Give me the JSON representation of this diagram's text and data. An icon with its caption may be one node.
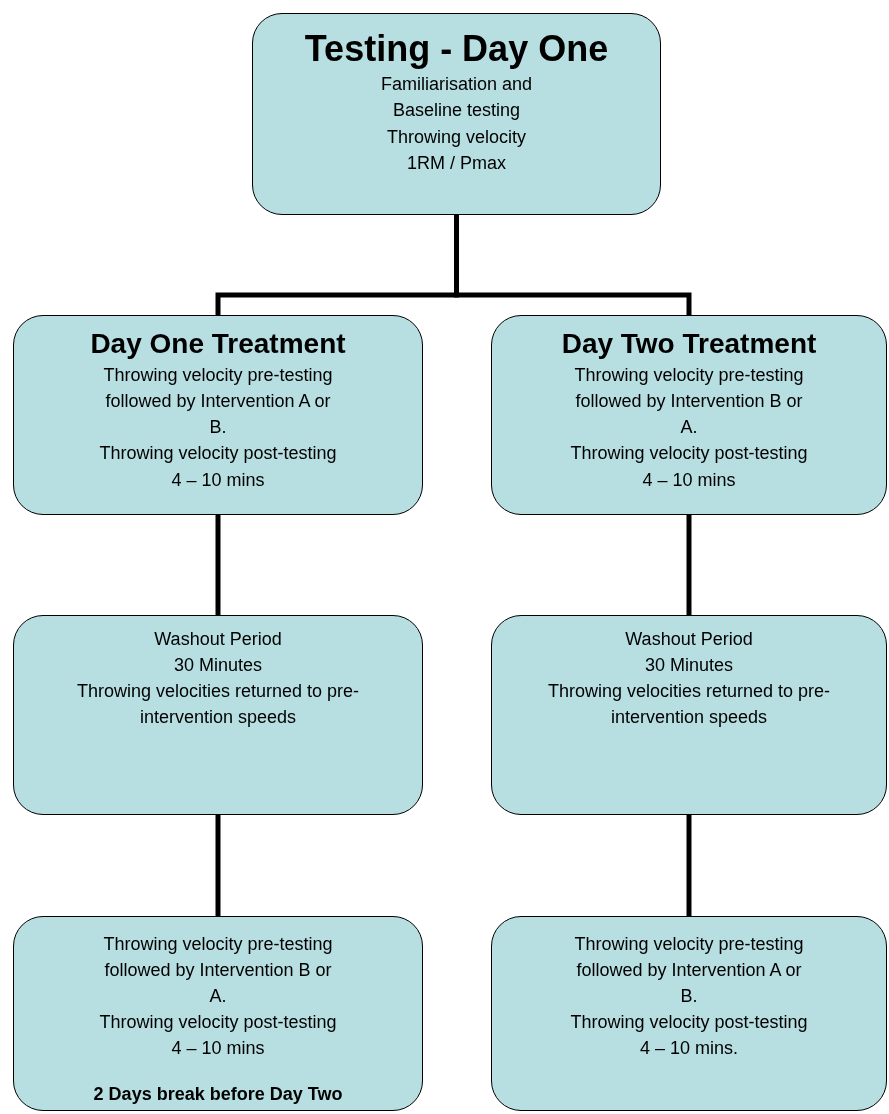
{
  "diagram": {
    "nodes": [
      {
        "text": [
          "Testing - Day One",
          "Familiarisation and Baseline testing",
          "Throwing velocity",
          "1RM / Pmax"
        ]
      },
      {
        "text": [
          "Day One Treatment",
          "Throwing velocity pre-testing followed by Intervention A or B.",
          "Throwing velocity post-testing 4 – 10 mins"
        ]
      },
      {
        "text": [
          "Day Two Treatment",
          "Throwing velocity pre-testing followed by Intervention B or A.",
          "Throwing velocity post-testing 4 – 10 mins"
        ]
      },
      {
        "text": [
          "Washout Period",
          "30 Minutes",
          "Throwing velocities returned to pre-intervention speeds"
        ]
      },
      {
        "text": [
          "Washout Period",
          "30 Minutes",
          "Throwing velocities returned to pre-intervention speeds"
        ]
      },
      {
        "text": [
          "Throwing velocity pre-testing followed by Intervention B or A.",
          "Throwing velocity post-testing 4 – 10 mins",
          "2 Days break before Day Two"
        ]
      },
      {
        "text": [
          "Throwing velocity pre-testing followed by Intervention A or B.",
          "Throwing velocity post-testing 4 – 10 mins."
        ]
      }
    ],
    "edges": [
      {
        "from": 0,
        "to": 1,
        "arrow": "none"
      },
      {
        "from": 0,
        "to": 2,
        "arrow": "none"
      },
      {
        "from": 1,
        "to": 3,
        "arrow": "none"
      },
      {
        "from": 3,
        "to": 5,
        "arrow": "none"
      },
      {
        "from": 2,
        "to": 4,
        "arrow": "none"
      },
      {
        "from": 4,
        "to": 6,
        "arrow": "none"
      }
    ]
  }
}
